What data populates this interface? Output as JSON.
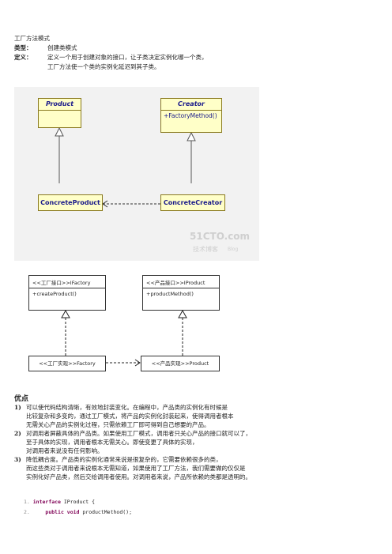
{
  "title": "工厂方法模式",
  "type_label": "类型：",
  "type_value": "创建类模式",
  "def_label": "定义：",
  "def_line1": "定义一个用于创建对象的接口，让子类决定实例化哪一个类，",
  "def_line2": "工厂方法使一个类的实例化延迟到其子类。",
  "diagram1": {
    "product": "Product",
    "creator": "Creator",
    "factory_method": "+FactoryMethod()",
    "concrete_product": "ConcreteProduct",
    "concrete_creator": "ConcreteCreator",
    "watermark_main": "51CTO.com",
    "watermark_sub": "技术博客",
    "watermark_blog": "Blog"
  },
  "diagram2": {
    "ifactory": "<<工厂接口>>IFactory",
    "create_product": "+createProduct()",
    "iproduct": "<<产品接口>>IProduct",
    "product_method": "+productMethod()",
    "factory": "<<工厂实现>>Factory",
    "product": "<<产品实现>>Product"
  },
  "advantages": {
    "heading": "优点",
    "items": [
      {
        "num": "1)",
        "lines": [
          "可以使代码结构清晰，有效地封装变化。在编程中，产品类的实例化有时候是",
          "比较复杂和多变的，通过工厂模式，将产品的实例化封装起来，使得调用者根本",
          "无需关心产品的实例化过程，只需依赖工厂即可得到自己想要的产品。"
        ]
      },
      {
        "num": "2)",
        "lines": [
          "对调用者屏蔽具体的产品类。如果使用工厂模式，调用者只关心产品的接口就可以了，",
          "至于具体的实现，调用者根本无需关心。即使变更了具体的实现，",
          "对调用者来说没有任何影响。"
        ]
      },
      {
        "num": "3)",
        "lines": [
          "降低耦合度。产品类的实例化通常来说是很复杂的，它需要依赖很多的类，",
          "而这些类对于调用者来说根本无需知道，如果使用了工厂方法，我们需要做的仅仅是",
          "实例化好产品类，然后交给调用者使用。对调用者来说，产品所依赖的类都是透明的。"
        ]
      }
    ]
  },
  "code": {
    "lines": [
      {
        "num": "1.",
        "kw": "interface",
        "rest": " IProduct {"
      },
      {
        "num": "2.",
        "kw": "public void",
        "rest": " productMethod();"
      }
    ]
  }
}
